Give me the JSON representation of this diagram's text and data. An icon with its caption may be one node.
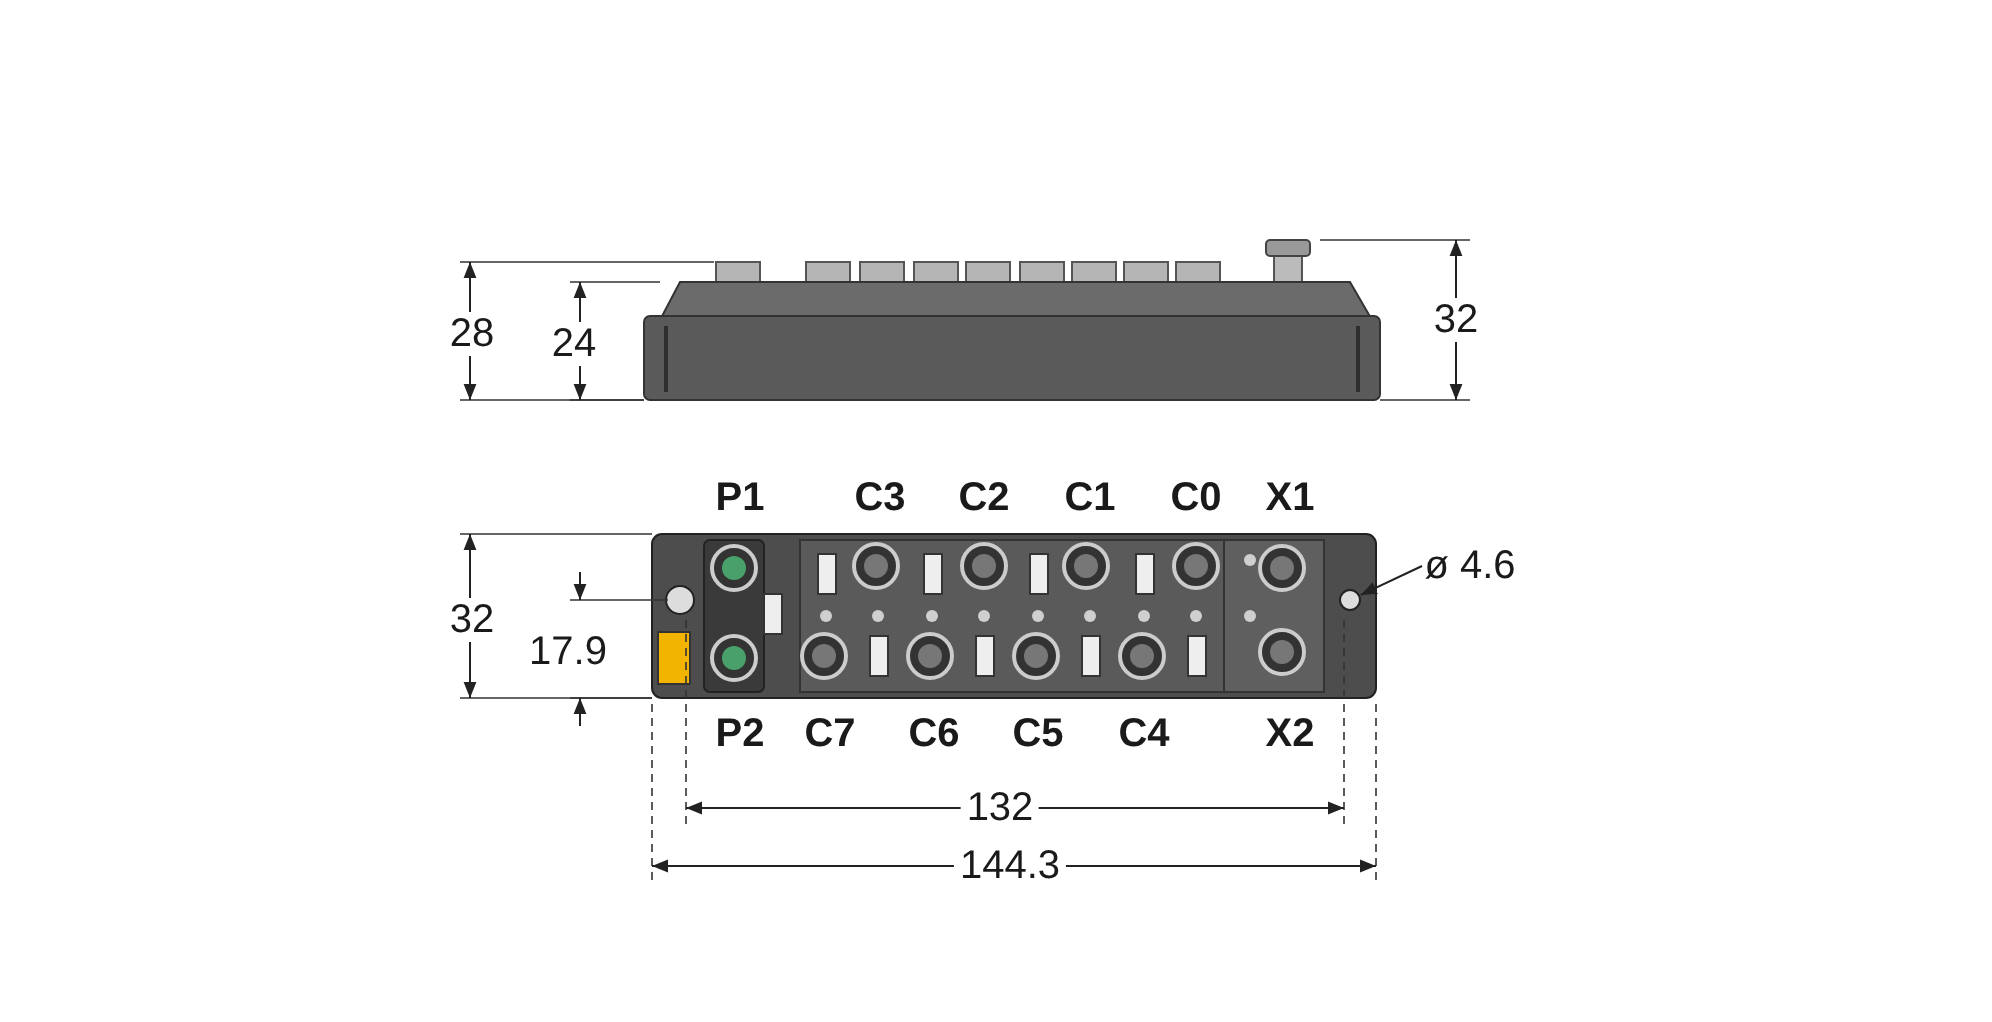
{
  "diagram": {
    "nodes": [
      {
        "text": [
          "ø 4.6"
        ]
      },
      {
        "text": [],
        "shape": "circle"
      }
    ],
    "edges": [
      {
        "from": 0,
        "to": 1,
        "arrow": "to"
      }
    ],
    "labels": [
      "28",
      "24",
      "32",
      "P1",
      "C3",
      "C2",
      "C1",
      "C0",
      "X1",
      "32",
      "17.9",
      "P2",
      "C7",
      "C6",
      "C5",
      "C4",
      "X2",
      "132",
      "144.3"
    ]
  }
}
